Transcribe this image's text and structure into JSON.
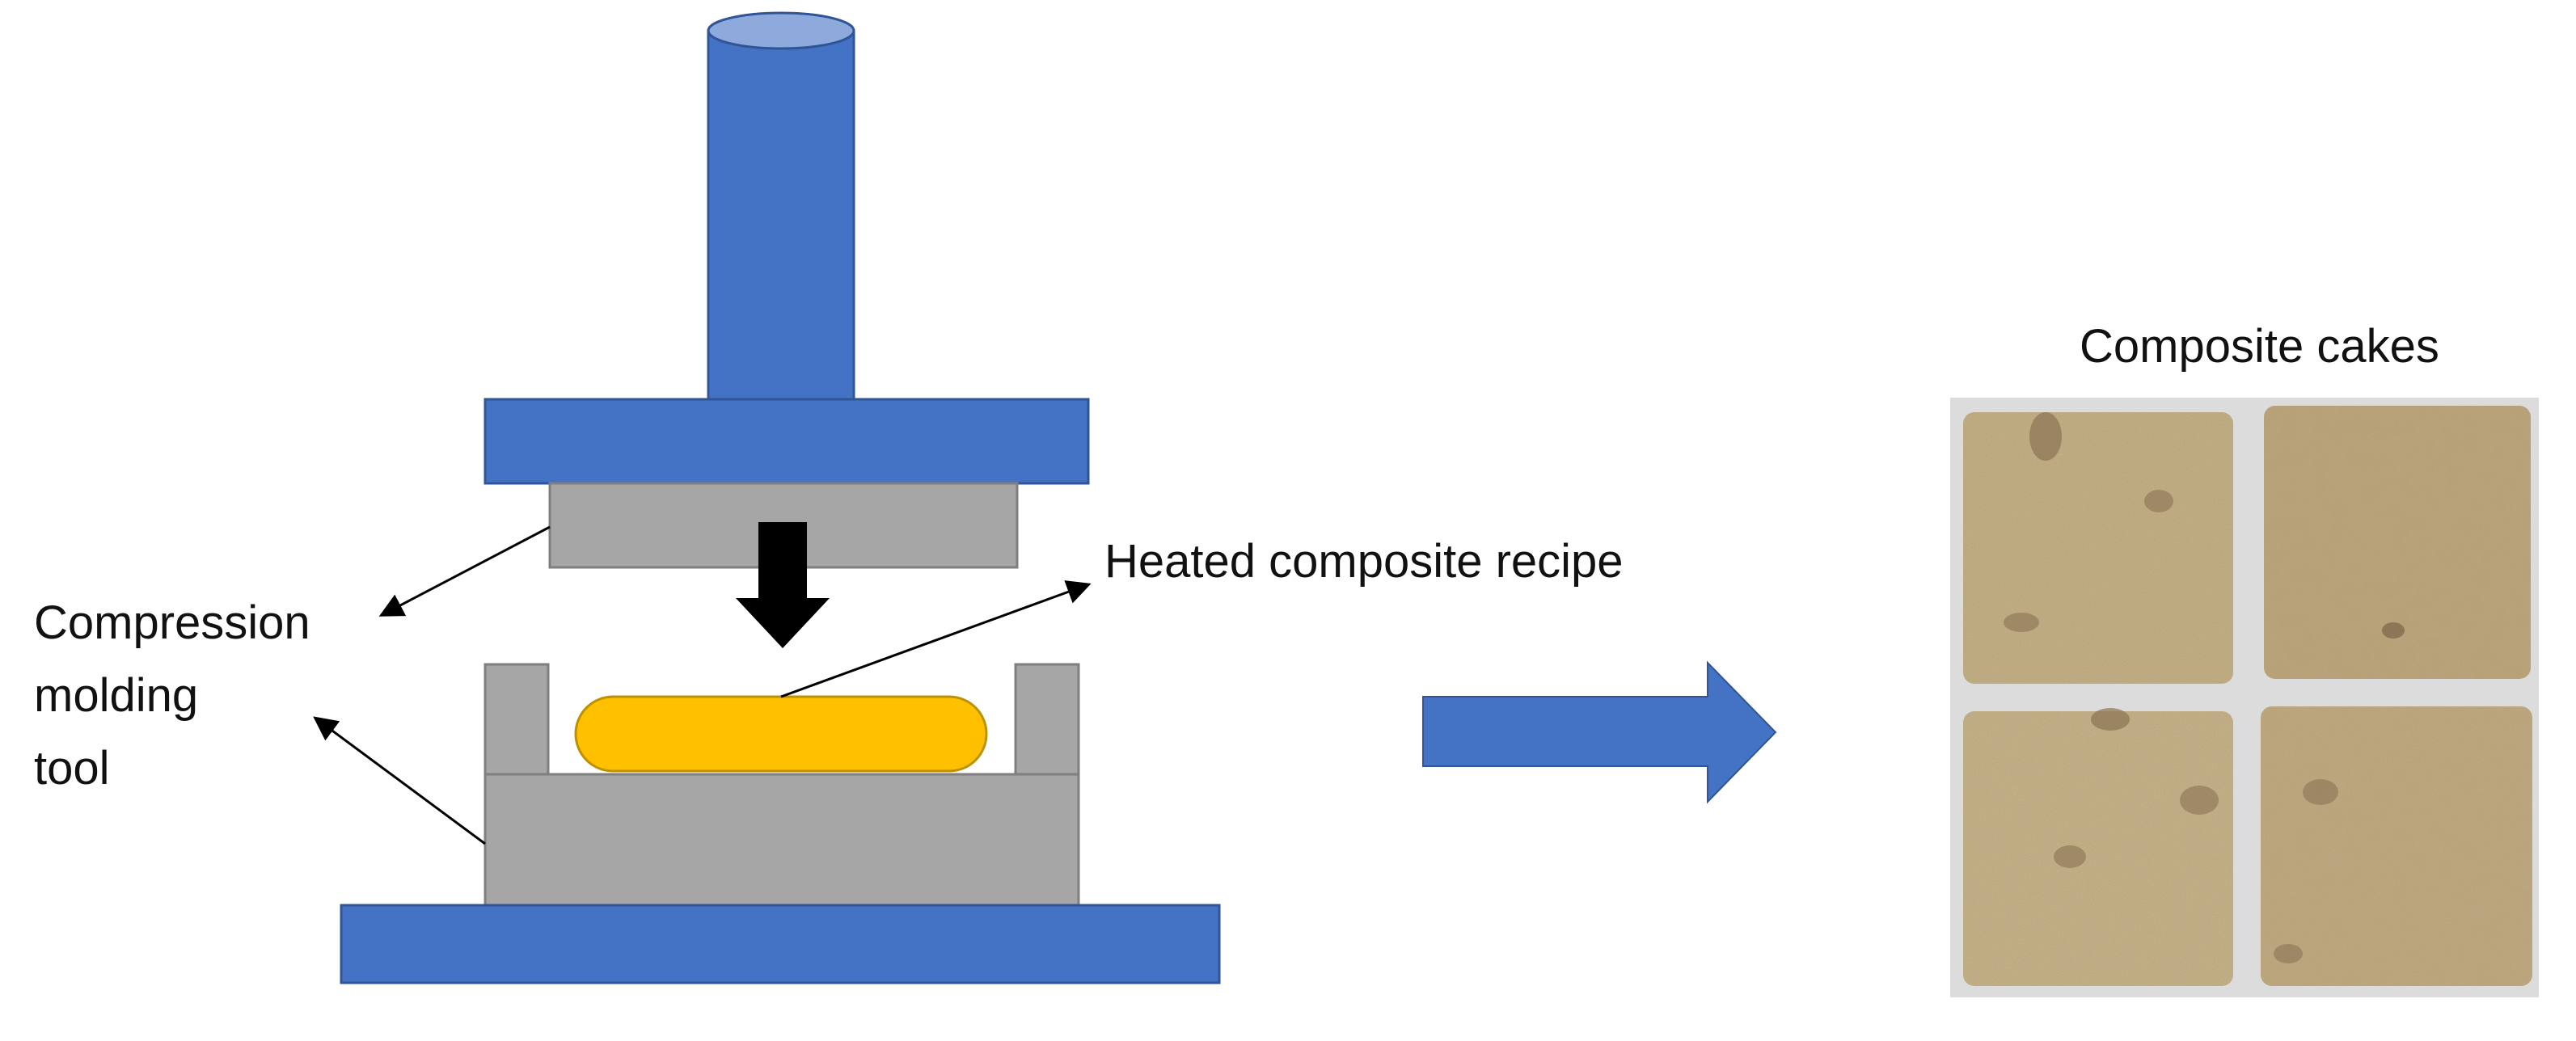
{
  "labels": {
    "tool_line1": "Compression",
    "tool_line2": "molding",
    "tool_line3": "tool",
    "recipe": "Heated composite recipe",
    "cakes": "Composite cakes"
  },
  "colors": {
    "press_blue": "#4472C4",
    "ram_top": "#8EA9DB",
    "mold_gray": "#A6A6A6",
    "mold_stroke": "#7F7F7F",
    "recipe_fill": "#FFC000",
    "recipe_stroke": "#BF9000",
    "arrow_black": "#000000",
    "cake_base": "#C9B487",
    "tray": "#DCDCDC"
  },
  "icons": {
    "press_arrow": "down-arrow-icon",
    "process_arrow": "right-arrow-icon"
  },
  "photo": {
    "grid": "2x2",
    "cake_count": 4
  }
}
